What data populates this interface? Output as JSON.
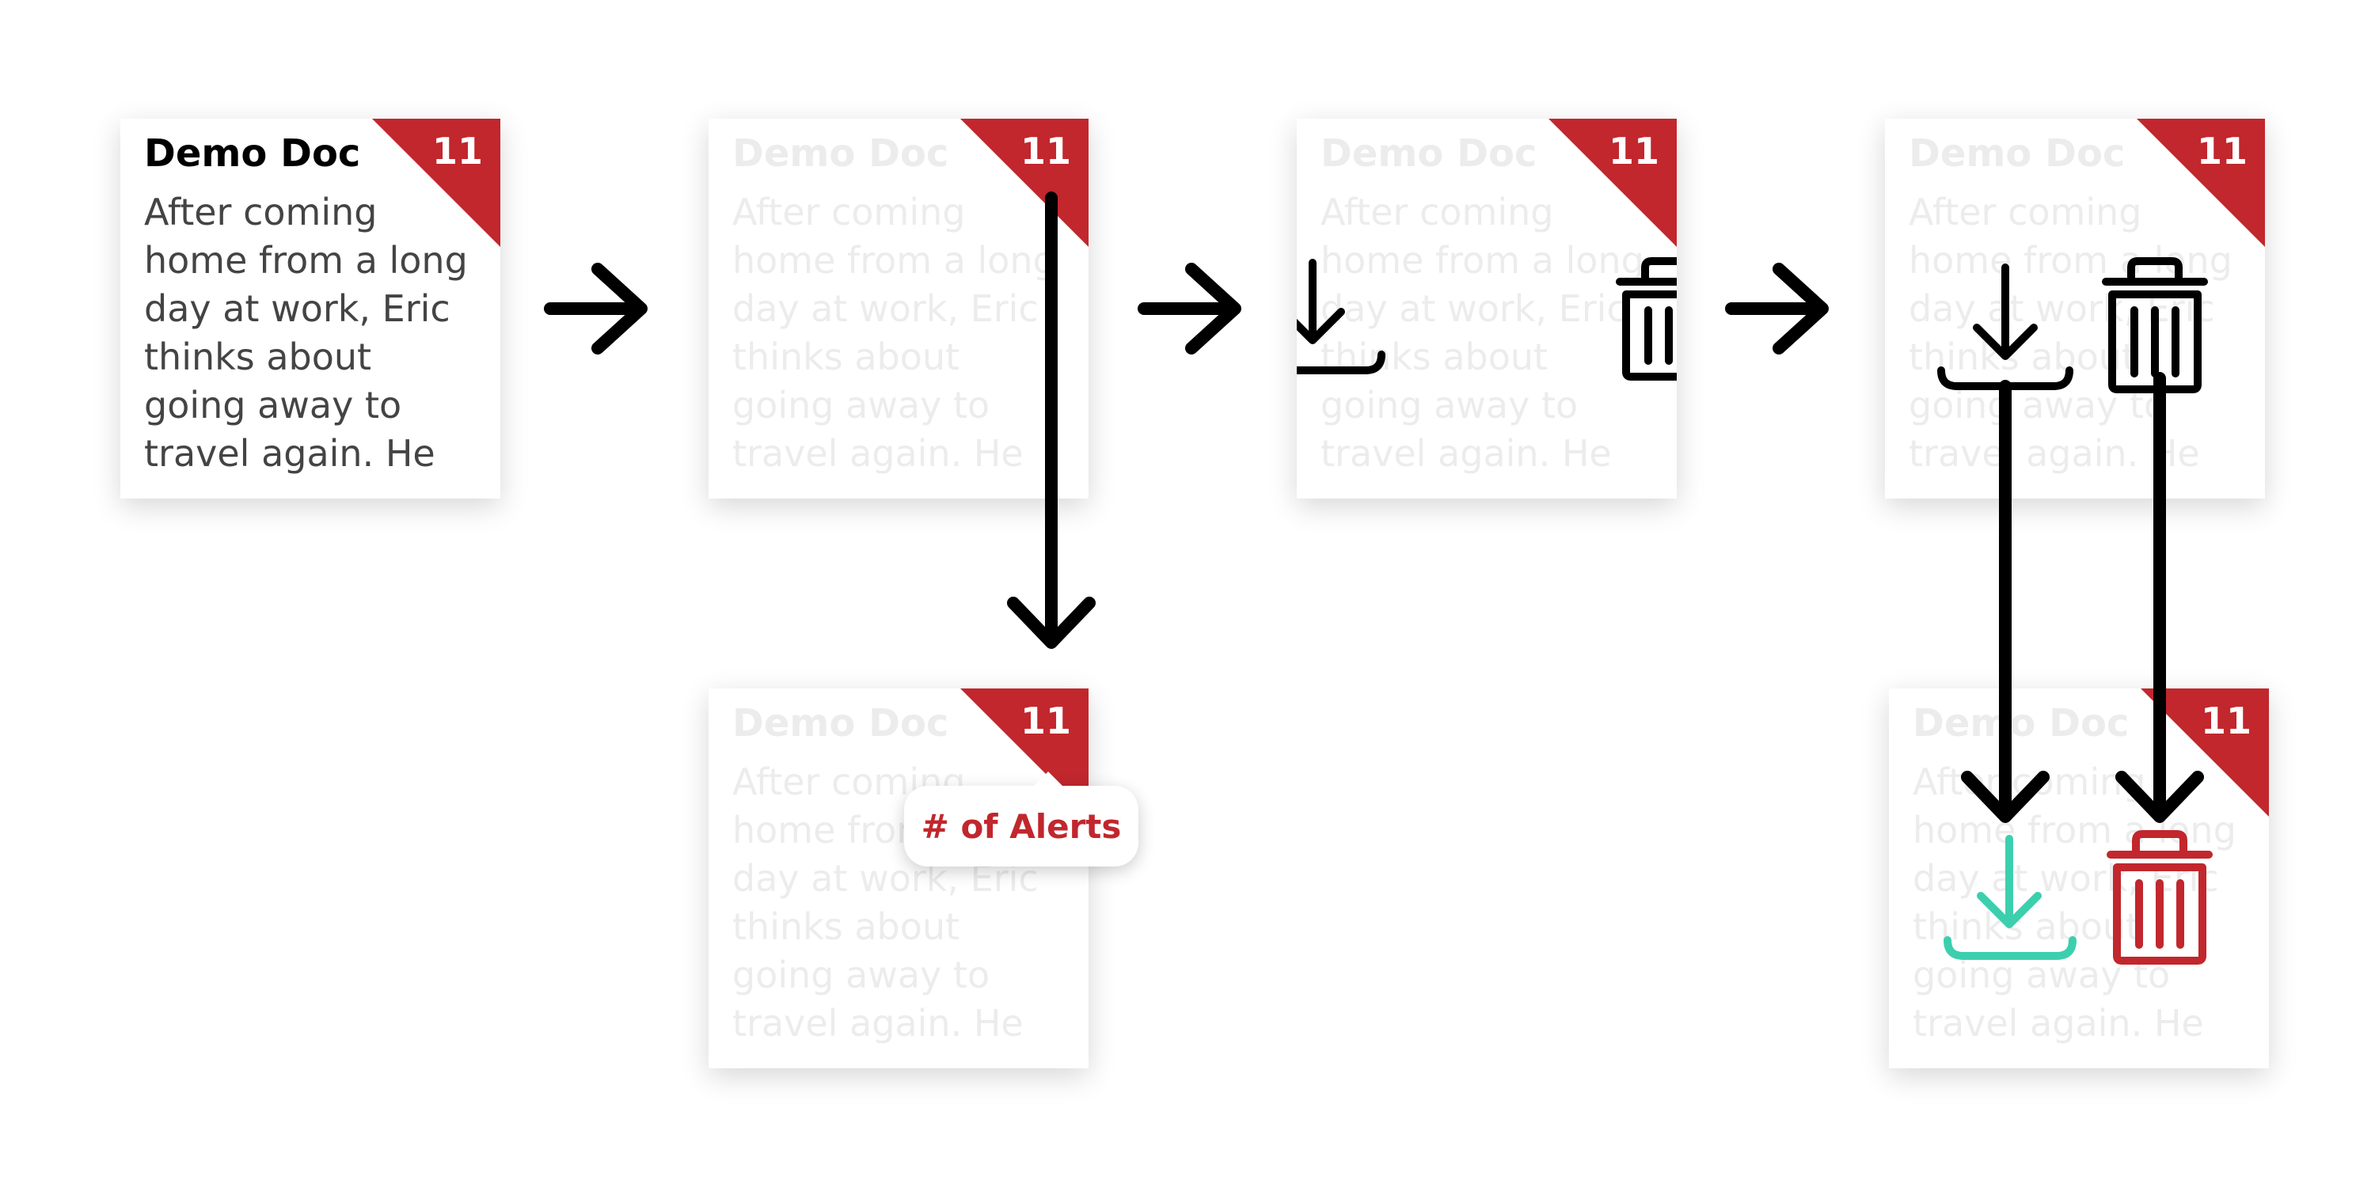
{
  "cards": [
    {
      "title": "Demo Doc",
      "badge": "11",
      "lines": [
        "After coming",
        "home from a long",
        "day at work, Eric",
        "thinks about",
        "going away to",
        "travel again. He"
      ]
    },
    {
      "title": "Demo Doc",
      "badge": "11",
      "lines": [
        "After coming",
        "home from a long",
        "day at work, Eric",
        "thinks about",
        "going away to",
        "travel again. He"
      ]
    },
    {
      "title": "Demo Doc",
      "badge": "11",
      "lines": [
        "After coming",
        "home from a long",
        "day at work, Eric",
        "thinks about",
        "going away to",
        "travel again. He"
      ]
    },
    {
      "title": "Demo Doc",
      "badge": "11",
      "lines": [
        "After coming",
        "home from a long",
        "day at work, Eric",
        "thinks about",
        "going away to",
        "travel again. He"
      ]
    },
    {
      "title": "Demo Doc",
      "badge": "11",
      "lines": [
        "After coming",
        "home from a long",
        "day at work, Eric",
        "thinks about",
        "going away to",
        "travel again. He"
      ]
    },
    {
      "title": "Demo Doc",
      "badge": "11",
      "lines": [
        "After coming",
        "home from a long",
        "day at work, Eric",
        "thinks about",
        "going away to",
        "travel again. He"
      ]
    }
  ],
  "tooltip": {
    "label": "# of Alerts"
  },
  "colors": {
    "badge": "#c1272d",
    "download_active": "#3ccfae",
    "delete_active": "#c1272d",
    "arrow": "#000000"
  },
  "icons": [
    "download-icon",
    "trash-icon",
    "arrow-right-icon",
    "arrow-down-icon"
  ]
}
